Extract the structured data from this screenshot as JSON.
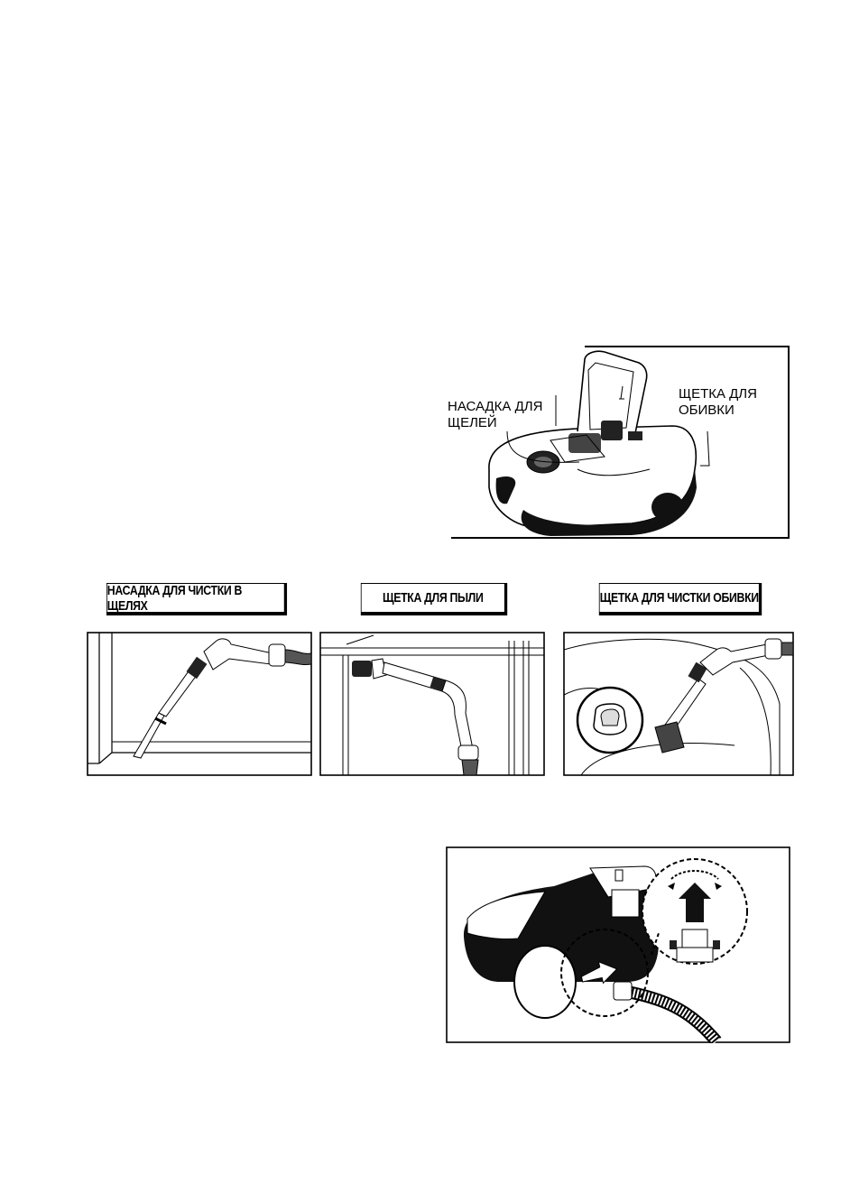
{
  "top_figure": {
    "callout_left_line1": "НАСАДКА ДЛЯ",
    "callout_left_line2": "ЩЕЛЕЙ",
    "callout_right_line1": "ЩЕТКА ДЛЯ",
    "callout_right_line2": "ОБИВКИ"
  },
  "accessories": [
    {
      "label": "НАСАДКА ДЛЯ ЧИСТКИ В ЩЕЛЯХ"
    },
    {
      "label": "ЩЕТКА ДЛЯ ПЫЛИ"
    },
    {
      "label": "ЩЕТКА ДЛЯ ЧИСТКИ ОБИВКИ"
    }
  ]
}
